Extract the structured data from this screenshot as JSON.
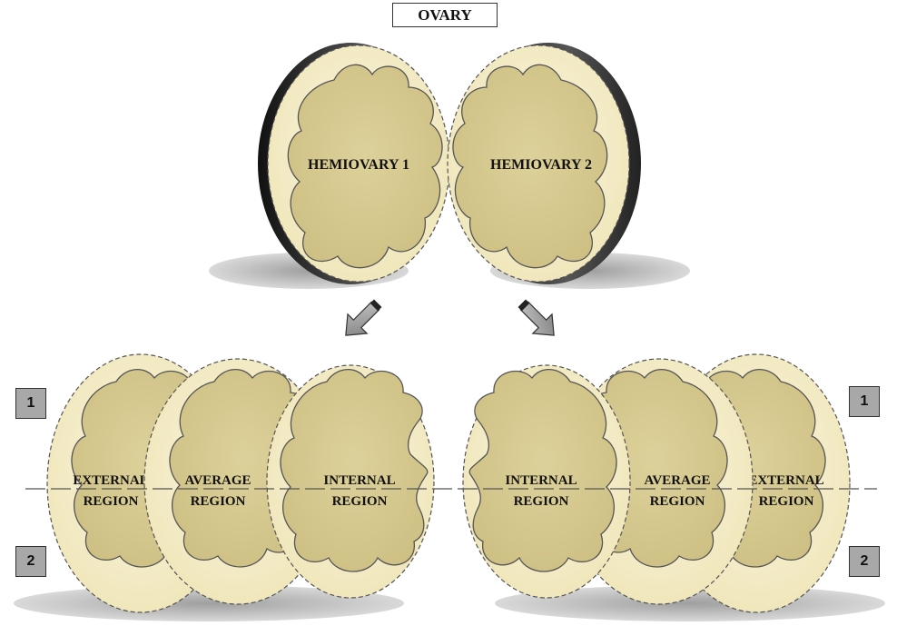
{
  "title": "OVARY",
  "hemiovaries": [
    "HEMIOVARY 1",
    "HEMIOVARY 2"
  ],
  "regions_left": [
    {
      "line1": "EXTERNAL",
      "line2": "REGION"
    },
    {
      "line1": "AVERAGE",
      "line2": "REGION"
    },
    {
      "line1": "INTERNAL",
      "line2": "REGION"
    }
  ],
  "regions_right": [
    {
      "line1": "INTERNAL",
      "line2": "REGION"
    },
    {
      "line1": "AVERAGE",
      "line2": "REGION"
    },
    {
      "line1": "EXTERNAL",
      "line2": "REGION"
    }
  ],
  "halves": {
    "top": "1",
    "bottom": "2"
  },
  "colors": {
    "disc": "#f6efcf",
    "lobe": "#d6c98f",
    "rim": "#2a2a2a",
    "shadow": "#bdbdbd",
    "arrow": "#9a9a9a",
    "label_box": "#a8a8a8"
  }
}
